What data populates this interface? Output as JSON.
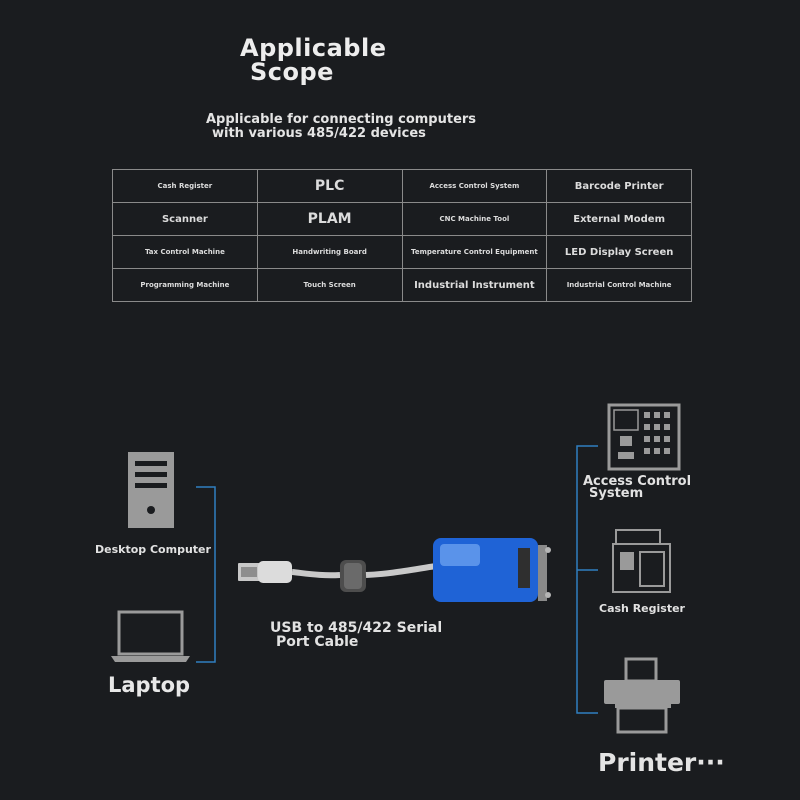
{
  "heading": {
    "line1": "Applicable",
    "line2": "Scope"
  },
  "subheading": {
    "line1": "Applicable for connecting computers",
    "line2": "with various 485/422 devices"
  },
  "devices_table": [
    [
      {
        "text": "Cash Register",
        "size": "s"
      },
      {
        "text": "PLC",
        "size": "l"
      },
      {
        "text": "Access Control System",
        "size": "s"
      },
      {
        "text": "Barcode Printer",
        "size": "m"
      }
    ],
    [
      {
        "text": "Scanner",
        "size": "m"
      },
      {
        "text": "PLAM",
        "size": "l"
      },
      {
        "text": "CNC Machine Tool",
        "size": "s"
      },
      {
        "text": "External Modem",
        "size": "m"
      }
    ],
    [
      {
        "text": "Tax Control Machine",
        "size": "s"
      },
      {
        "text": "Handwriting Board",
        "size": "s"
      },
      {
        "text": "Temperature Control Equipment",
        "size": "s"
      },
      {
        "text": "LED Display Screen",
        "size": "m"
      }
    ],
    [
      {
        "text": "Programming Machine",
        "size": "s"
      },
      {
        "text": "Touch Screen",
        "size": "s"
      },
      {
        "text": "Industrial Instrument",
        "size": "m"
      },
      {
        "text": "Industrial Control Machine",
        "size": "s"
      }
    ]
  ],
  "diagram": {
    "desktop_label": "Desktop Computer",
    "laptop_label": "Laptop",
    "cable_label": {
      "line1": "USB to 485/422 Serial",
      "line2": "Port Cable"
    },
    "access_label": {
      "line1": "Access Control",
      "line2": "System"
    },
    "cash_label": "Cash Register",
    "printer_label": "Printer···",
    "bracket_color": "#2f7ec0",
    "adapter_color": "#1f63d6"
  }
}
